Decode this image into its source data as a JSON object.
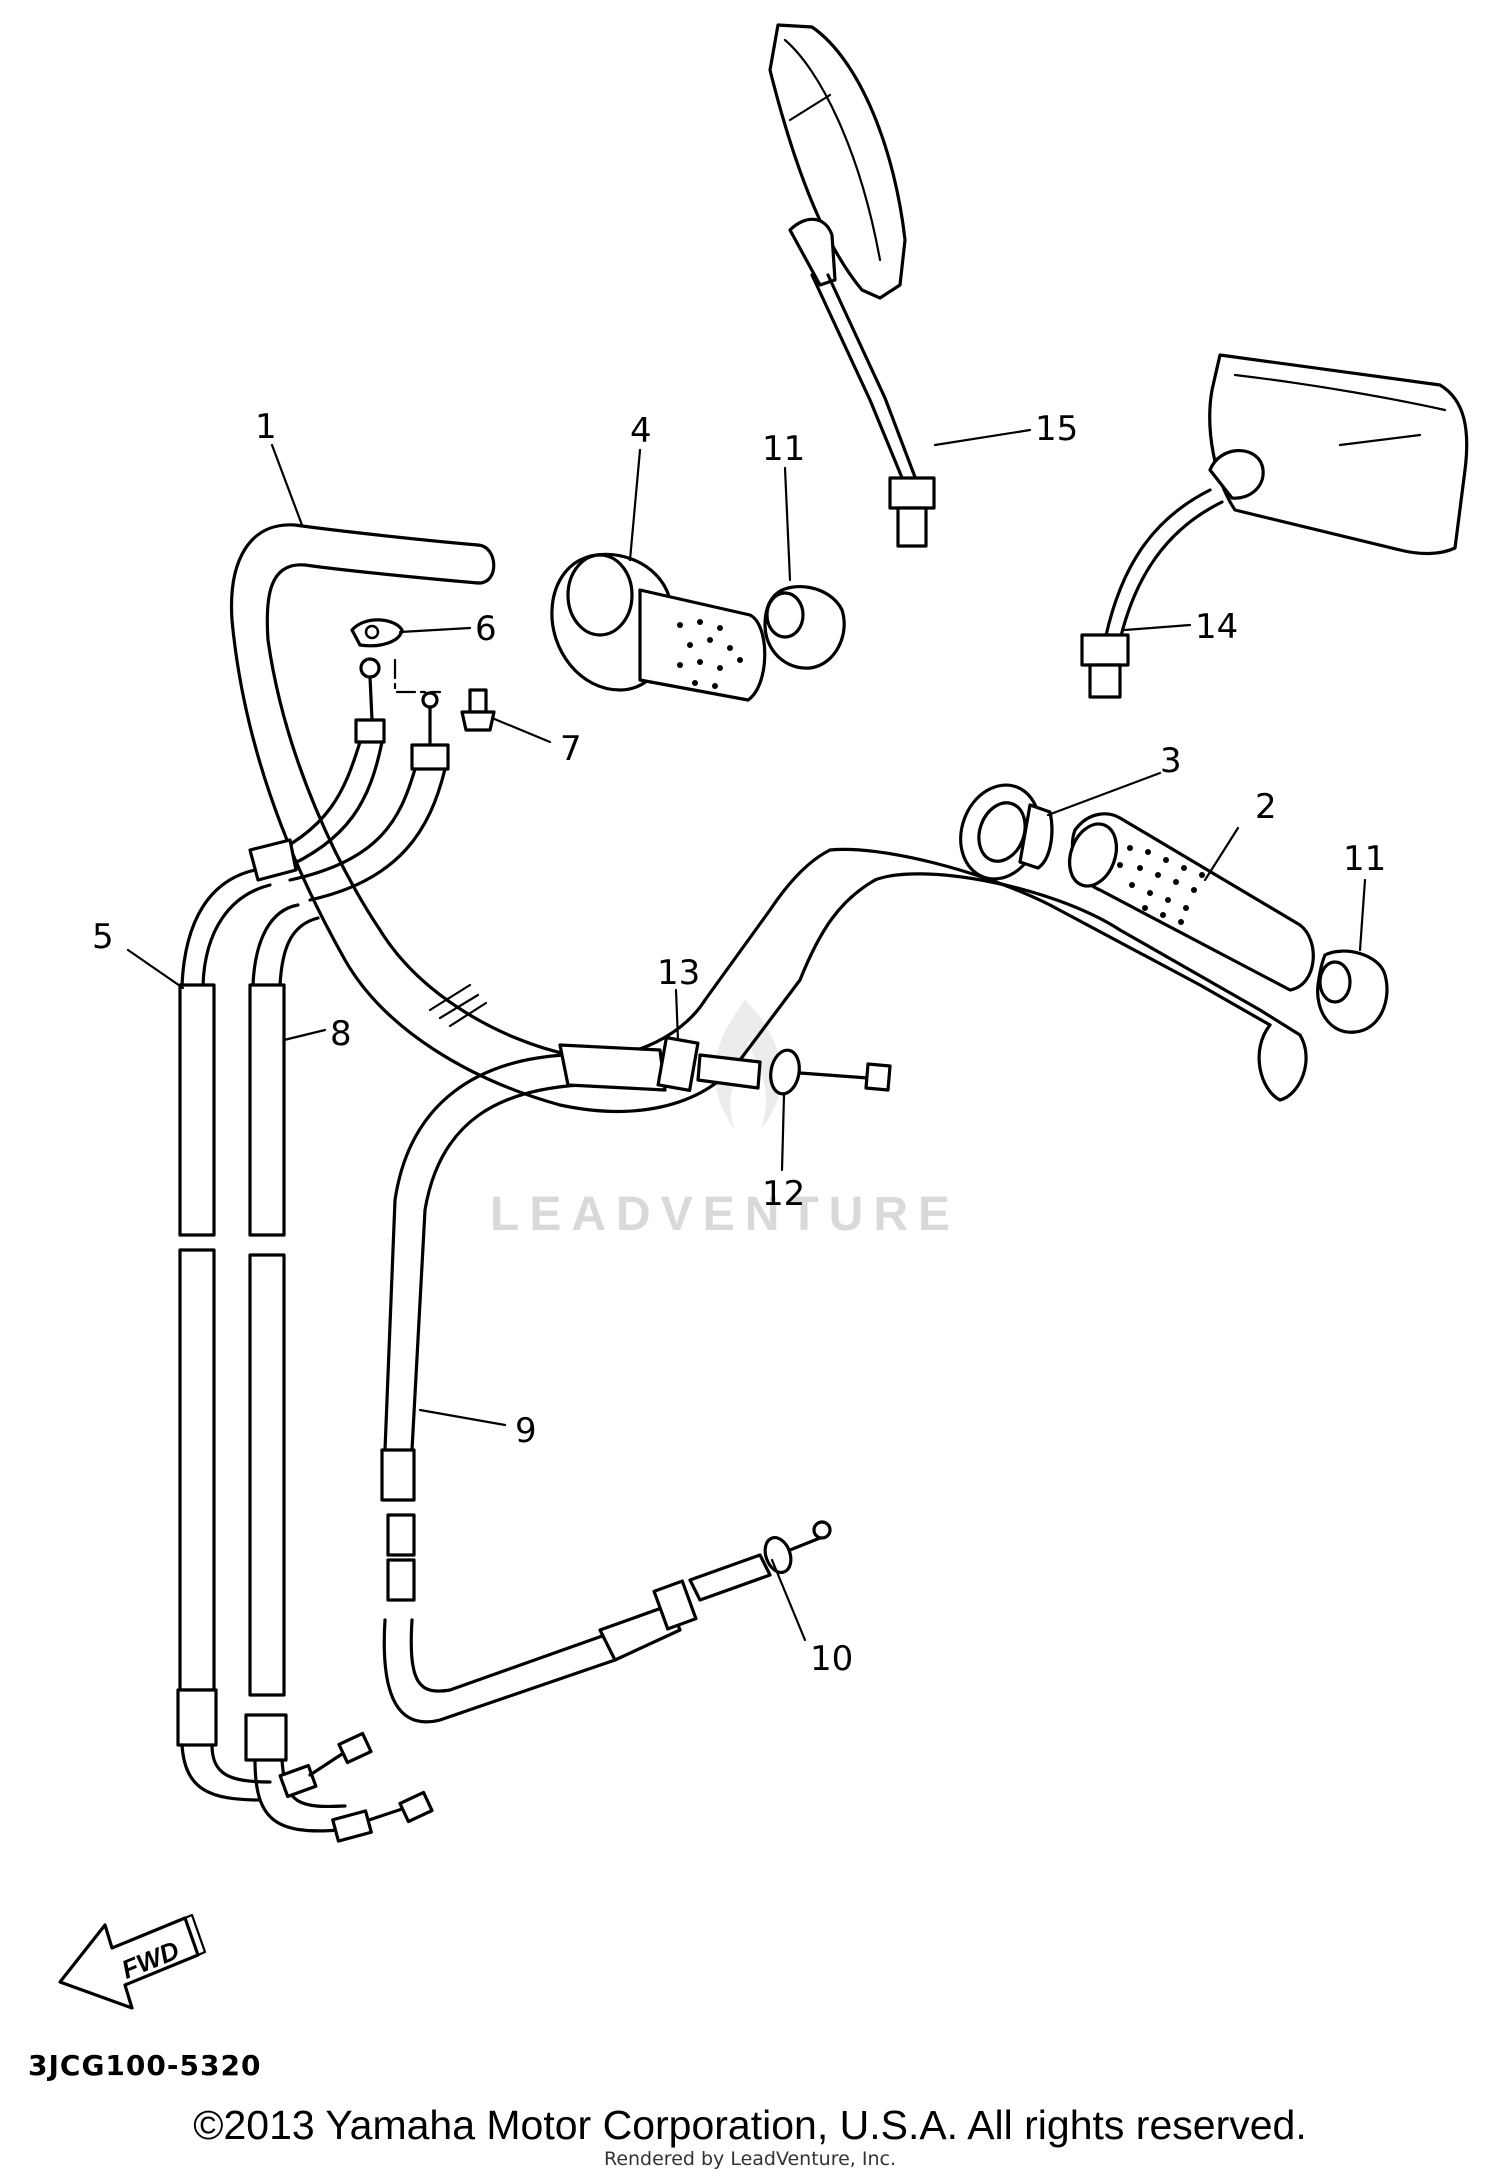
{
  "callouts": {
    "c1": "1",
    "c2": "2",
    "c3": "3",
    "c4": "4",
    "c5": "5",
    "c6": "6",
    "c7": "7",
    "c8": "8",
    "c9": "9",
    "c10": "10",
    "c11a": "11",
    "c11b": "11",
    "c12": "12",
    "c13": "13",
    "c14": "14",
    "c15": "15"
  },
  "fwd_label": "FWD",
  "part_code": "3JCG100-5320",
  "watermark": "LEADVENTURE",
  "copyright": "©2013 Yamaha Motor Corporation, U.S.A. All rights reserved.",
  "rendered_by": "Rendered by LeadVenture, Inc."
}
